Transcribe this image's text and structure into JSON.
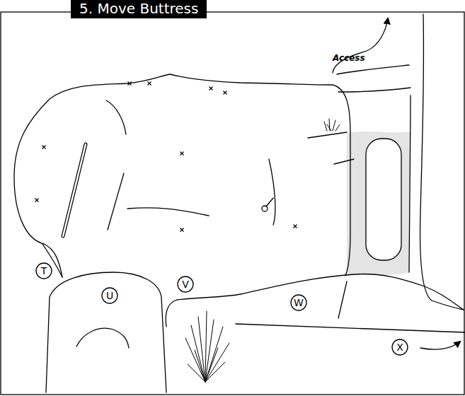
{
  "diagram": {
    "title": "5. Move Buttress",
    "nodes": [
      {
        "text": [
          "T"
        ]
      },
      {
        "text": [
          "U"
        ]
      },
      {
        "text": [
          "V"
        ]
      },
      {
        "text": [
          "W"
        ]
      },
      {
        "text": [
          "X"
        ]
      }
    ],
    "labels": [
      "Access"
    ]
  }
}
